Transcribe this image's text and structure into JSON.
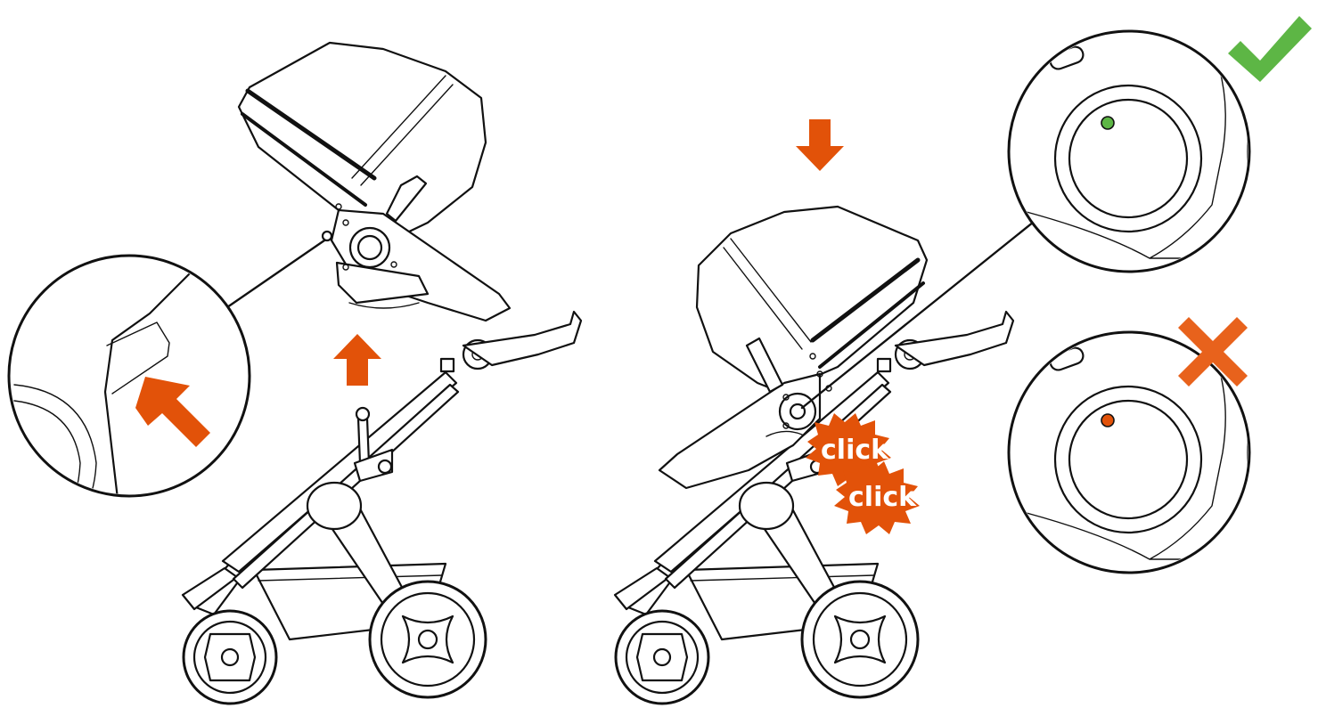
{
  "click_labels": [
    "click",
    "click"
  ],
  "colors": {
    "arrow": "#e25209",
    "check": "#5db645",
    "cross": "#e8621c",
    "indicator_ok": "#5db645",
    "indicator_bad": "#e25209",
    "line": "#111111"
  },
  "icons": {
    "up_arrow": "arrow-up",
    "down_arrow": "arrow-down",
    "check": "check-mark",
    "cross": "x-mark"
  }
}
